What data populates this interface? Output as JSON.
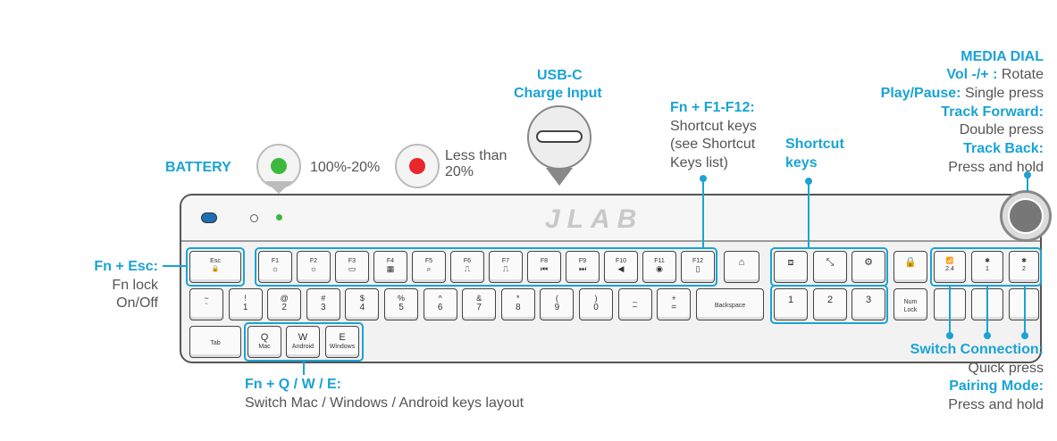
{
  "battery": {
    "title": "BATTERY",
    "full_label": "100%-20%",
    "low_label_1": "Less than",
    "low_label_2": "20%"
  },
  "usb": {
    "line1": "USB-C",
    "line2": "Charge Input"
  },
  "fn_f1_f12": {
    "title": "Fn + F1-F12:",
    "line1": "Shortcut keys",
    "line2": "(see Shortcut",
    "line3": "Keys list)"
  },
  "shortcut_keys": {
    "line1": "Shortcut",
    "line2": "keys"
  },
  "media_dial": {
    "title": "MEDIA DIAL",
    "vol_label": "Vol -/+ :",
    "vol_value": "Rotate",
    "play_label": "Play/Pause:",
    "play_value": "Single press",
    "forward_label": "Track Forward:",
    "forward_value": "Double press",
    "back_label": "Track Back:",
    "back_value": "Press and hold"
  },
  "fn_esc": {
    "title": "Fn + Esc:",
    "line1": "Fn lock",
    "line2": "On/Off"
  },
  "fn_qwe": {
    "title": "Fn + Q / W / E:",
    "line1": "Switch Mac / Windows / Android keys layout"
  },
  "switch_conn": {
    "title": "Switch Connection:",
    "value": "Quick press",
    "pair_title": "Pairing Mode:",
    "pair_value": "Press and hold"
  },
  "brand": "JLAB",
  "keys": {
    "esc": "Esc",
    "f": [
      "F1",
      "F2",
      "F3",
      "F4",
      "F5",
      "F6",
      "F7",
      "F8",
      "F9",
      "F10",
      "F11",
      "F12"
    ],
    "num_top": [
      "~",
      "!",
      "@",
      "#",
      "$",
      "%",
      "^",
      "&",
      "*",
      "(",
      ")",
      "_",
      "+"
    ],
    "num_bot": [
      "`",
      "1",
      "2",
      "3",
      "4",
      "5",
      "6",
      "7",
      "8",
      "9",
      "0",
      "−",
      "="
    ],
    "backspace": "Backspace",
    "tab": "Tab",
    "q": "Q",
    "w": "W",
    "e": "E",
    "q_sub": "Mac",
    "w_sub": "Android",
    "e_sub": "Windows",
    "numpad": [
      "1",
      "2",
      "3"
    ],
    "numlock_1": "Num",
    "numlock_2": "Lock",
    "conn": [
      "2.4",
      "1",
      "2"
    ]
  },
  "colors": {
    "accent": "#1aa3d4",
    "led_green": "#3cb93c",
    "led_red": "#e8262b"
  }
}
